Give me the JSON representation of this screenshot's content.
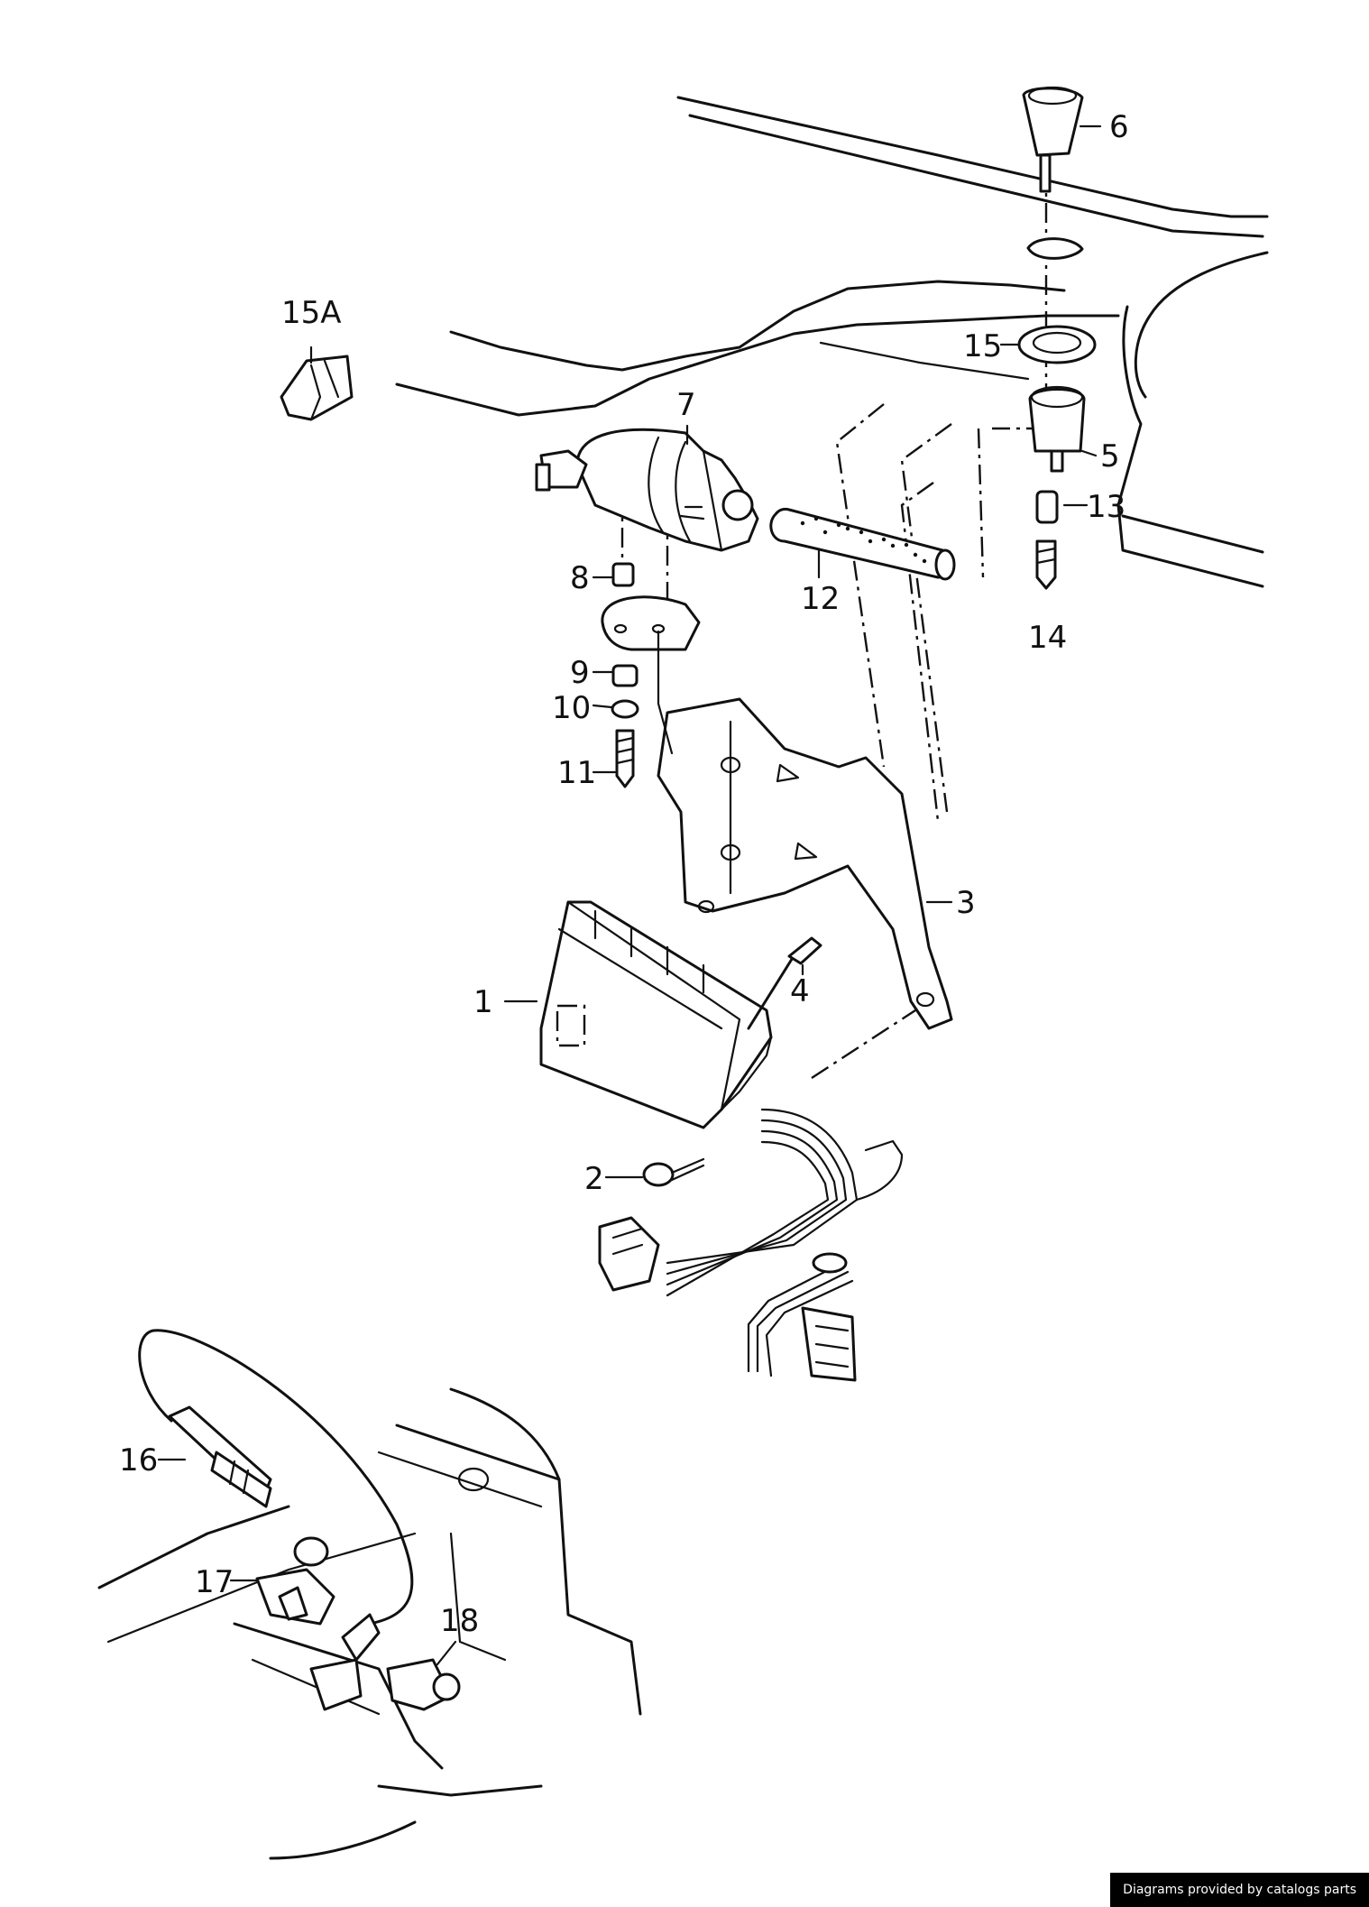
{
  "diagram": {
    "parts": [
      {
        "label": "1"
      },
      {
        "label": "2"
      },
      {
        "label": "3"
      },
      {
        "label": "4"
      },
      {
        "label": "5"
      },
      {
        "label": "6"
      },
      {
        "label": "7"
      },
      {
        "label": "8"
      },
      {
        "label": "9"
      },
      {
        "label": "10"
      },
      {
        "label": "11"
      },
      {
        "label": "12"
      },
      {
        "label": "13"
      },
      {
        "label": "14"
      },
      {
        "label": "15"
      },
      {
        "label": "15A"
      },
      {
        "label": "16"
      },
      {
        "label": "17"
      },
      {
        "label": "18"
      }
    ]
  },
  "footer": {
    "credit": "Diagrams provided by catalogs parts"
  }
}
